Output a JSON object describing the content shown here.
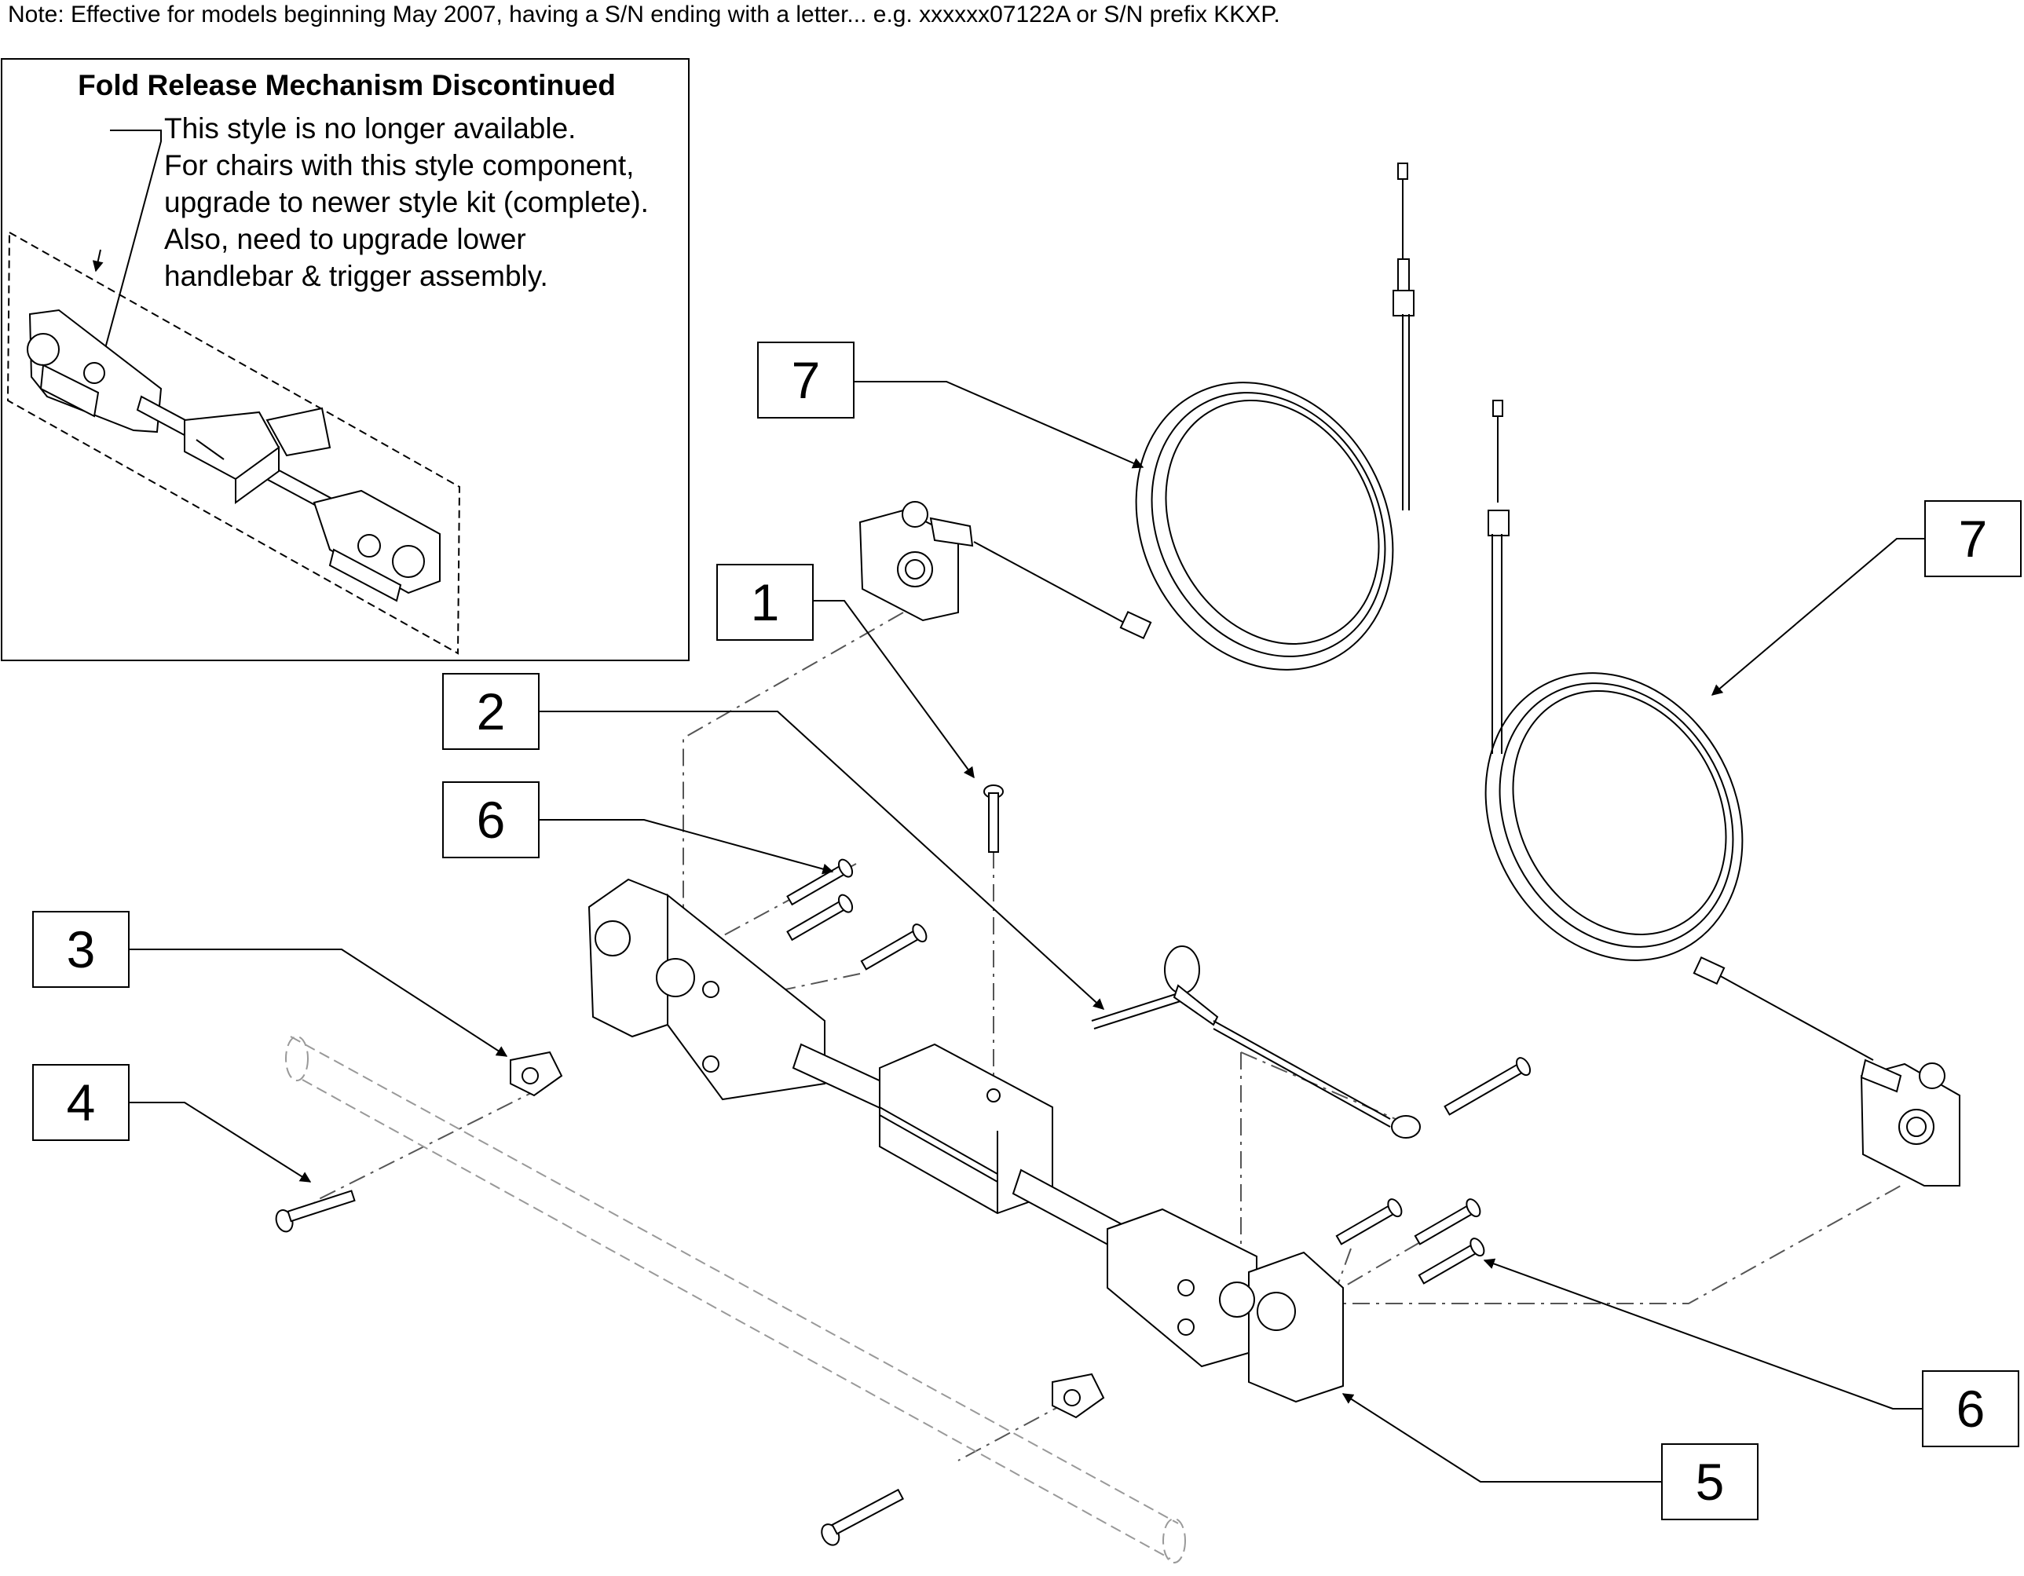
{
  "note": "Note: Effective for models beginning May 2007, having a S/N ending with a letter... e.g. xxxxxx07122A or S/N prefix KKXP.",
  "inset": {
    "title": "Fold Release Mechanism Discontinued",
    "lines": [
      "This style is no longer available.",
      "For chairs with this style component,",
      "upgrade to newer style kit (complete).",
      "Also, need to upgrade lower",
      "handlebar & trigger assembly."
    ]
  },
  "callouts": {
    "c1": "1",
    "c2": "2",
    "c3": "3",
    "c4": "4",
    "c5": "5",
    "c6a": "6",
    "c6b": "6",
    "c7a": "7",
    "c7b": "7"
  }
}
